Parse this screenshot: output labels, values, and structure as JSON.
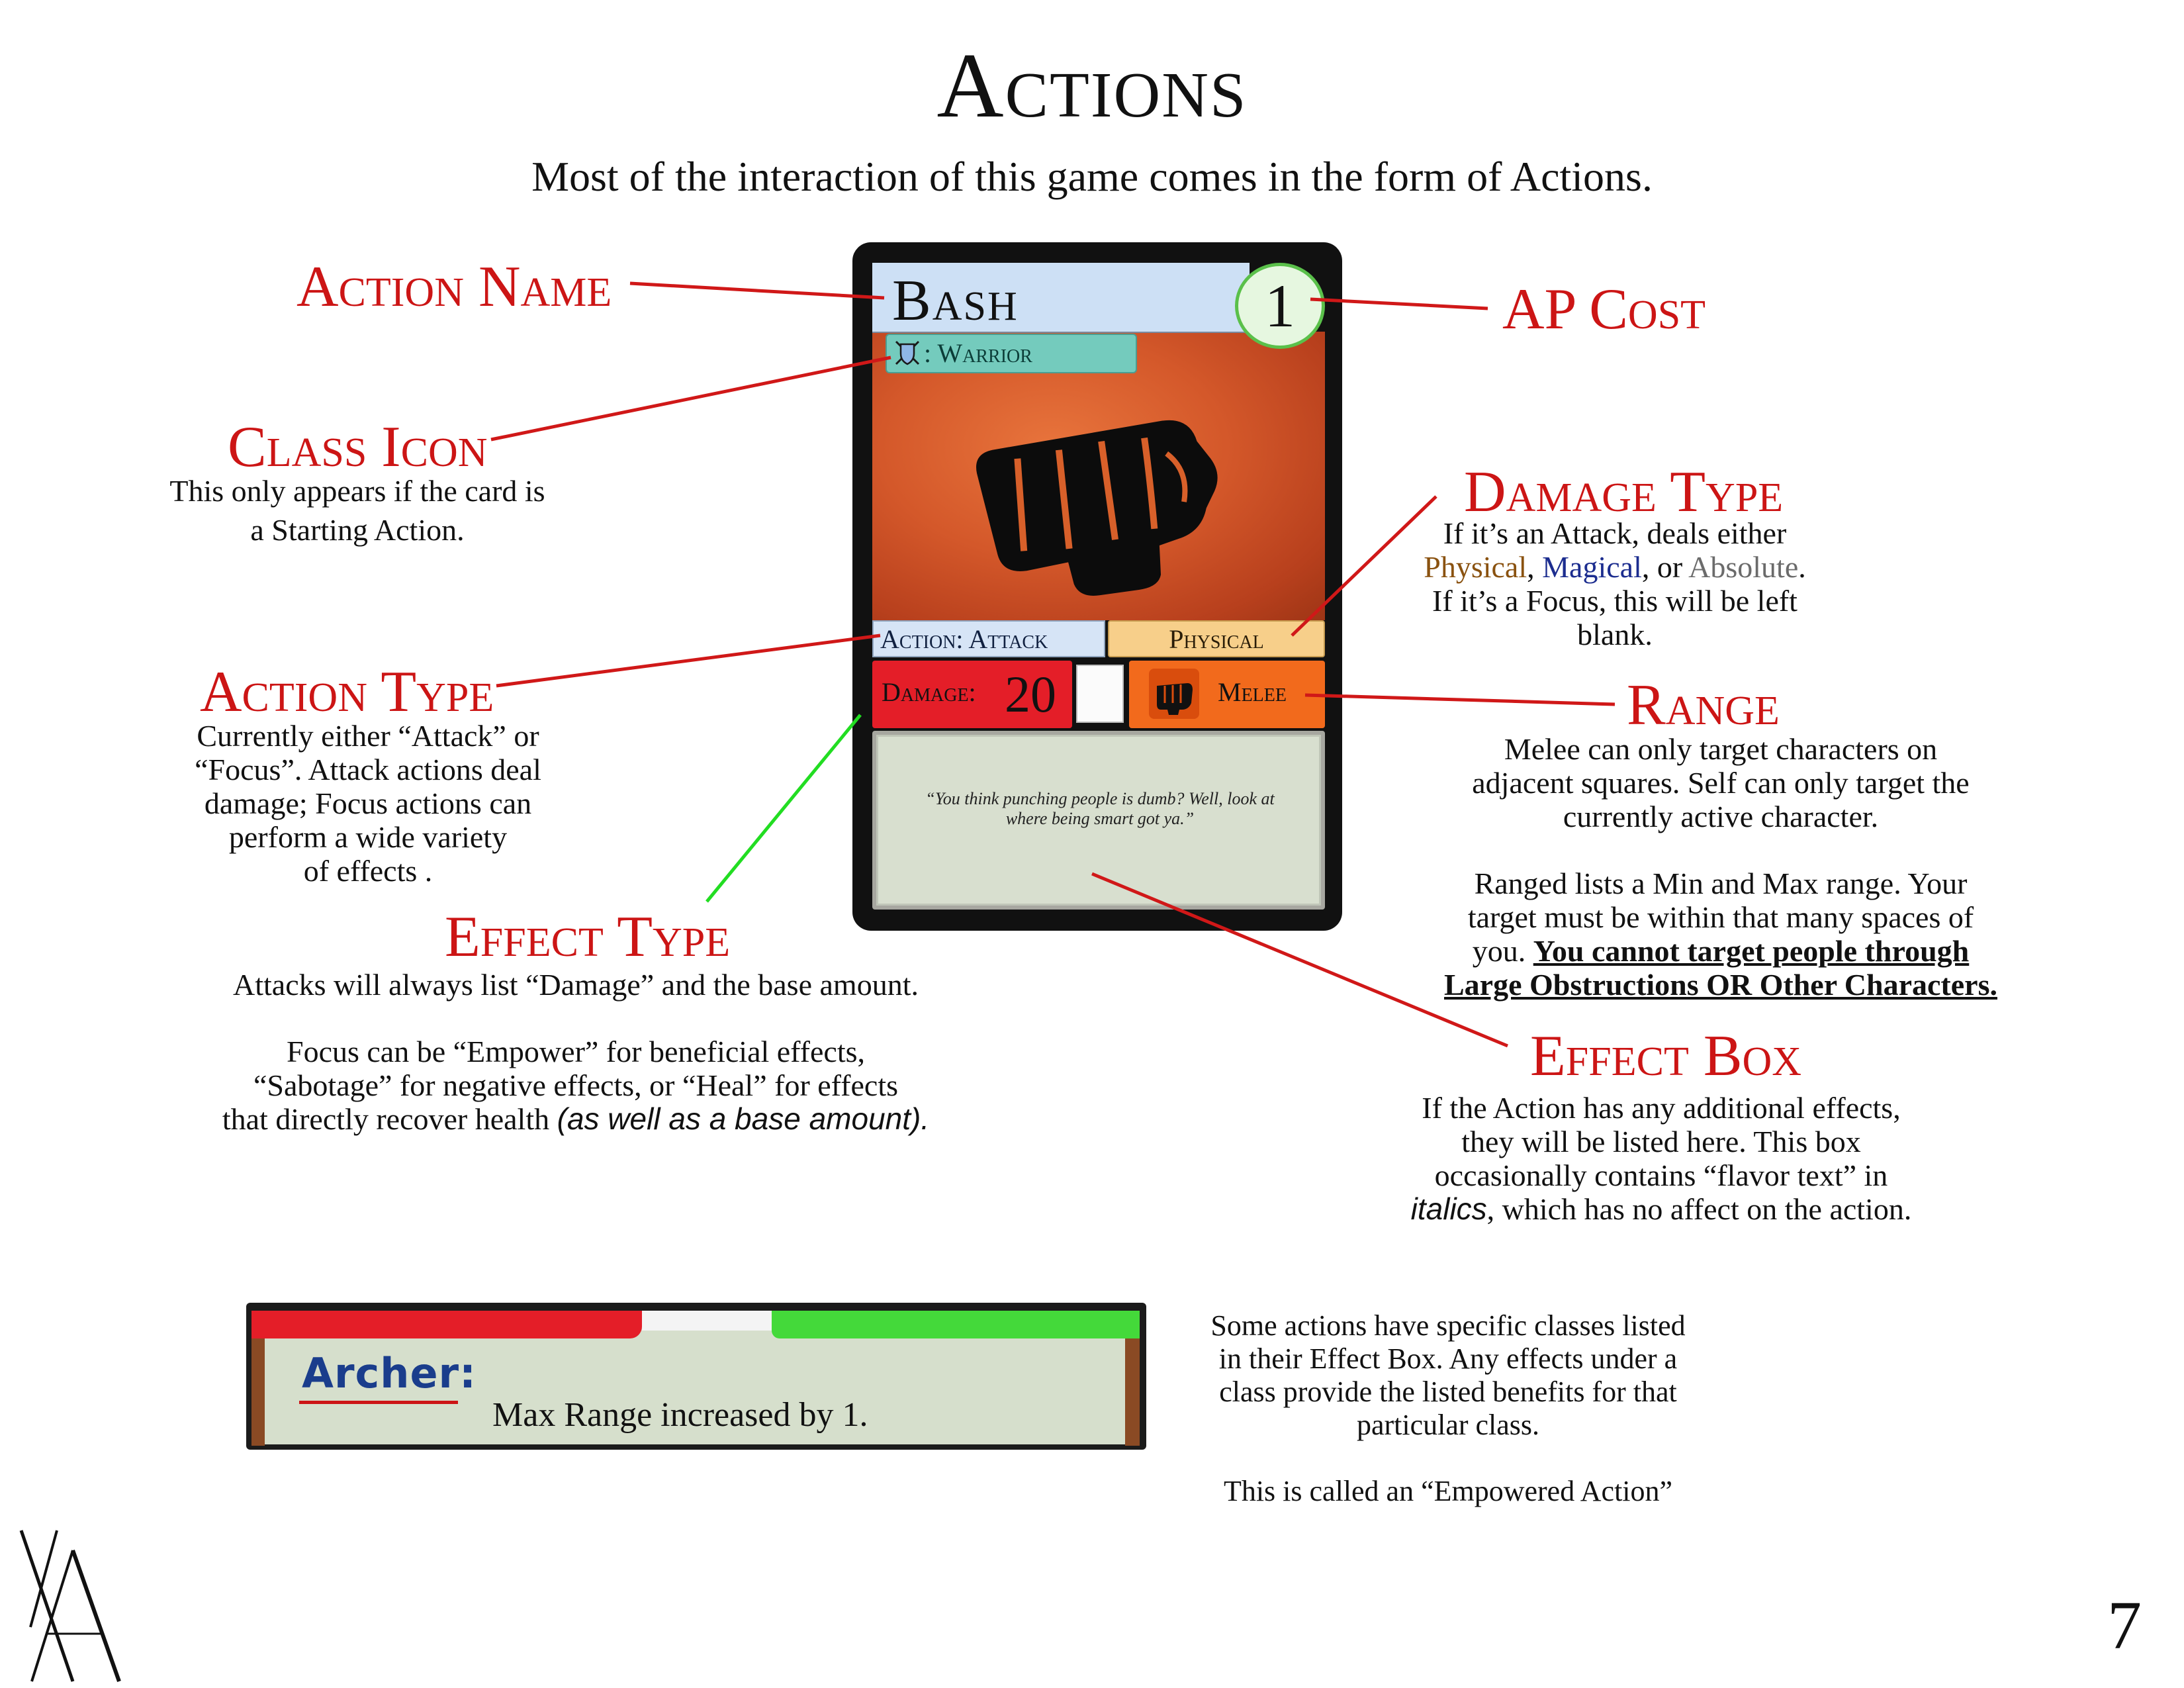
{
  "page": {
    "title": "Actions",
    "intro": "Most of the interaction of this game comes in the form of Actions.",
    "page_number": "7",
    "logo_glyph": "VA"
  },
  "card": {
    "name": "Bash",
    "ap_cost": "1",
    "class_tag": ": Warrior",
    "class_icon": "shield-swords-icon",
    "art_icon": "fist-icon",
    "action_type": "Action: Attack",
    "damage_type": "Physical",
    "effect_label": "Damage:",
    "effect_value": "20",
    "range": "Melee",
    "range_icon": "fist-icon",
    "flavor_text": "“You think punching people is dumb?  Well, look at where being smart got ya.”"
  },
  "callouts": {
    "action_name": {
      "heading": "Action Name"
    },
    "ap_cost": {
      "heading": "AP Cost"
    },
    "class_icon": {
      "heading": "Class Icon",
      "lines": [
        "This only appears if the card is",
        "a Starting Action."
      ]
    },
    "damage_type": {
      "heading": "Damage Type",
      "line1": "If it’s an Attack, deals either",
      "physical": "Physical",
      "sep1": ", ",
      "magical": "Magical",
      "sep2": ", or ",
      "absolute": "Absolute",
      "end": ".",
      "line3": "If it’s a Focus, this will be left",
      "line4": "blank."
    },
    "action_type": {
      "heading": "Action Type",
      "lines": [
        "Currently either “Attack” or",
        "“Focus”. Attack actions deal",
        "damage; Focus actions can",
        "perform a wide variety",
        "of effects ."
      ]
    },
    "range": {
      "heading": "Range",
      "para1": [
        "Melee can only target characters on",
        "adjacent squares.  Self can only target the",
        "currently active character."
      ],
      "para2": [
        "Ranged lists a Min and Max range. Your",
        "target must be within that many spaces of"
      ],
      "para2_last_plain": "you. ",
      "para2_last_bold": "You cannot target people through",
      "para2_final_bold": "Large Obstructions OR Other Characters."
    },
    "effect_type": {
      "heading": "Effect Type",
      "line1": "Attacks will always list “Damage” and the base amount.",
      "line2": "Focus can be “Empower” for beneficial effects,",
      "line3": "“Sabotage” for negative effects, or “Heal” for effects",
      "line4_plain": "that directly recover health ",
      "line4_italic": "(as well as a base amount)."
    },
    "effect_box": {
      "heading": "Effect Box",
      "line1": "If the Action has any additional effects,",
      "line2": "they will be listed here.  This box",
      "line3": "occasionally contains “flavor text” in",
      "line4_italic": "italics",
      "line4_plain": ", which has no affect on the action."
    }
  },
  "excerpt": {
    "class_name": "Archer:",
    "effect_text": "Max Range increased by 1.",
    "note_lines": [
      "Some actions have specific classes listed",
      "in their Effect Box. Any effects under a",
      "class provide the listed benefits for that",
      "particular class."
    ],
    "note_final": "This is called an “Empowered Action”"
  },
  "colors": {
    "heading_red": "#cc1515",
    "leader_red": "#d01818",
    "leader_green": "#22dd22",
    "physical": "#8a5210",
    "magical": "#1c2d8f",
    "absolute": "#6b6b6b"
  }
}
